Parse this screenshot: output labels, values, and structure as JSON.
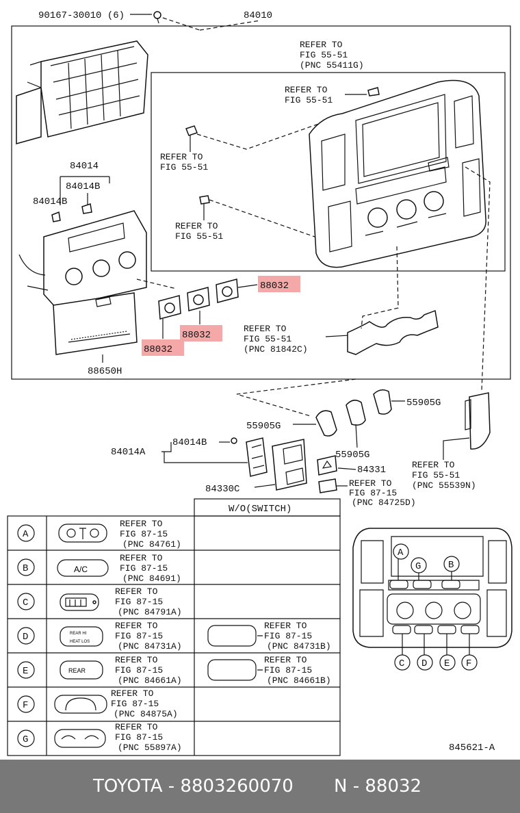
{
  "callouts": {
    "screw": "90167-30010 (6)",
    "assy": "84010",
    "refer_55411g": [
      "REFER TO",
      "FIG 55-51",
      "(PNC 55411G)"
    ],
    "refer_a": [
      "REFER TO",
      "FIG 55-51"
    ],
    "refer_b": [
      "REFER TO",
      "FIG 55-51"
    ],
    "refer_c": [
      "REFER TO",
      "FIG 55-51"
    ],
    "p84014": "84014",
    "p84014b_1": "84014B",
    "p84014b_2": "84014B",
    "hl_1": "88032",
    "hl_2": "88032",
    "hl_3": "88032",
    "refer_81842c": [
      "REFER TO",
      "FIG 55-51",
      "(PNC 81842C)"
    ],
    "p88650h": "88650H",
    "p55905g_1": "55905G",
    "p55905g_2": "55905G",
    "p55905g_3": "55905G",
    "p84014b_3": "84014B",
    "p84014a": "84014A",
    "p84331": "84331",
    "p84330c": "84330C",
    "refer_84725d": [
      "REFER TO",
      "FIG 87-15",
      "(PNC 84725D)"
    ],
    "refer_55539n": [
      "REFER TO",
      "FIG 55-51",
      "(PNC 55539N)"
    ],
    "drawing_no": "845621-A"
  },
  "table": {
    "header": "W/O(SWITCH)",
    "rows": [
      {
        "letter": "A",
        "icon": "",
        "ref": [
          "REFER TO",
          "FIG 87-15",
          "(PNC 84761)"
        ],
        "alt_icon": "",
        "alt_ref": []
      },
      {
        "letter": "B",
        "icon": "A/C",
        "ref": [
          "REFER TO",
          "FIG 87-15",
          "(PNC 84691)"
        ],
        "alt_icon": "",
        "alt_ref": []
      },
      {
        "letter": "C",
        "icon": "",
        "ref": [
          "REFER TO",
          "FIG 87-15",
          "(PNC 84791A)"
        ],
        "alt_icon": "",
        "alt_ref": []
      },
      {
        "letter": "D",
        "icon": "REAR HI / HEAT LOS",
        "ref": [
          "REFER TO",
          "FIG 87-15",
          "(PNC 84731A)"
        ],
        "alt_icon": "",
        "alt_ref": [
          "REFER TO",
          "FIG 87-15",
          "(PNC 84731B)"
        ]
      },
      {
        "letter": "E",
        "icon": "REAR",
        "ref": [
          "REFER TO",
          "FIG 87-15",
          "(PNC 84661A)"
        ],
        "alt_icon": "",
        "alt_ref": [
          "REFER TO",
          "FIG 87-15",
          "(PNC 84661B)"
        ]
      },
      {
        "letter": "F",
        "icon": "",
        "ref": [
          "REFER TO",
          "FIG 87-15",
          "(PNC 84875A)"
        ],
        "alt_icon": "",
        "alt_ref": []
      },
      {
        "letter": "G",
        "icon": "",
        "ref": [
          "REFER TO",
          "FIG 87-15",
          "(PNC 55897A)"
        ],
        "alt_icon": "",
        "alt_ref": []
      }
    ]
  },
  "locator_letters": [
    "A",
    "G",
    "B",
    "C",
    "D",
    "E",
    "F"
  ],
  "footer": {
    "left": "TOYOTA - 8803260070",
    "right": "N - 88032"
  }
}
